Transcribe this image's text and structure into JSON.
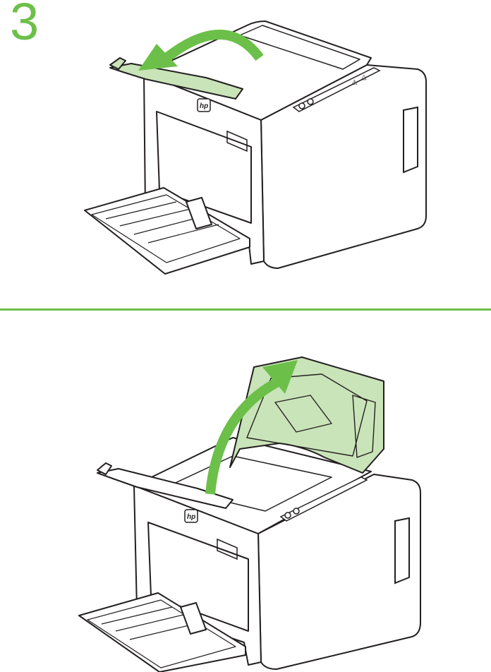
{
  "step": {
    "number": "3"
  },
  "brand": {
    "logo_text": "hp"
  },
  "colors": {
    "accent": "#6cc04a",
    "highlight_fill": "#c9e4b8",
    "line": "#231f20"
  },
  "panels": [
    {
      "name": "tray-open",
      "icon": "curved-arrow-left-icon"
    },
    {
      "name": "door-open",
      "icon": "curved-arrow-up-icon"
    }
  ]
}
